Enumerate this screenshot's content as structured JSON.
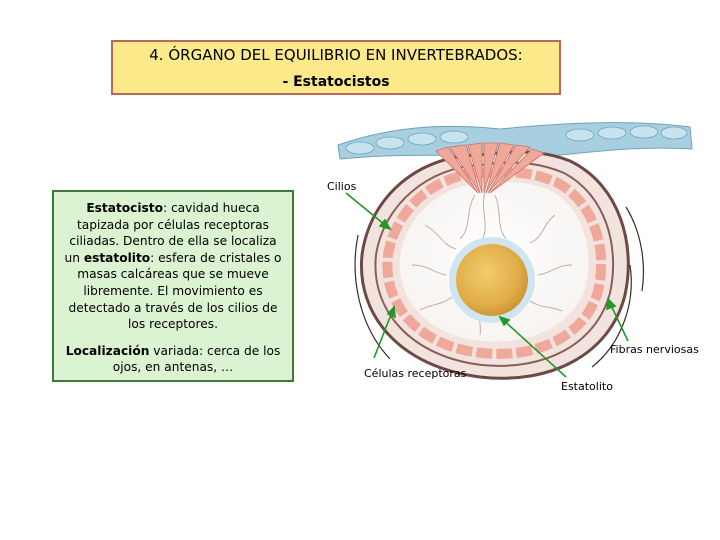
{
  "title": {
    "line1": "4. ÓRGANO DEL EQUILIBRIO EN INVERTEBRADOS:",
    "line2": "- Estatocistos"
  },
  "info": {
    "p1_term1": "Estatocisto",
    "p1_text1": ": cavidad hueca tapizada por células receptoras ciliadas. Dentro de ella se localiza un ",
    "p1_term2": "estatolito",
    "p1_text2": ": esfera de cristales o masas calcáreas que se mueve libremente. El movimiento es detectado a través de los cilios de los receptores.",
    "p2_term": "Localización",
    "p2_text": " variada: cerca de los ojos, en antenas, …"
  },
  "labels": {
    "cilios": "Cilios",
    "fibras": "Fibras nerviosas",
    "celulas": "Células receptoras",
    "estatolito": "Estatolito"
  },
  "colors": {
    "title_bg": "#fbe98a",
    "title_border": "#b8675c",
    "info_bg": "#dcf3d1",
    "info_border": "#3c7a3a",
    "arrow": "#1f9a2a",
    "statolith": "#e3b24c",
    "receptor_cells": "#f0a89a",
    "epithelium": "#a7cfe0"
  }
}
